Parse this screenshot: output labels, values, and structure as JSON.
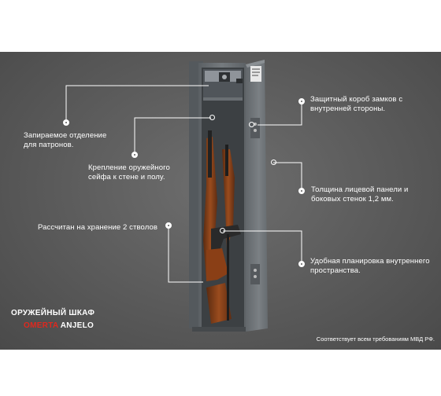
{
  "annotations": {
    "cartridge_compartment": "Запираемое отделение\nдля патронов.",
    "wall_mount": "Крепление оружейного\nсейфа к стене и полу.",
    "capacity": "Рассчитан на хранение 2 стволов",
    "lock_box": "Защитный короб  замков с\nвнутренней стороны.",
    "panel_thickness": "Толщина лицевой панели и\nбоковых стенок 1,2 мм.",
    "layout": "Удобная планировка внутреннего\nпространства."
  },
  "brand": {
    "title": "ОРУЖЕЙНЫЙ ШКАФ",
    "name_red": "OMERTA",
    "name_white": " ANJELO"
  },
  "compliance": "Соответствует всем требованиям МВД РФ.",
  "colors": {
    "background": "#5a5a5a",
    "text": "#ffffff",
    "brand_red": "#e0281e",
    "safe_body": "#6f7478"
  }
}
